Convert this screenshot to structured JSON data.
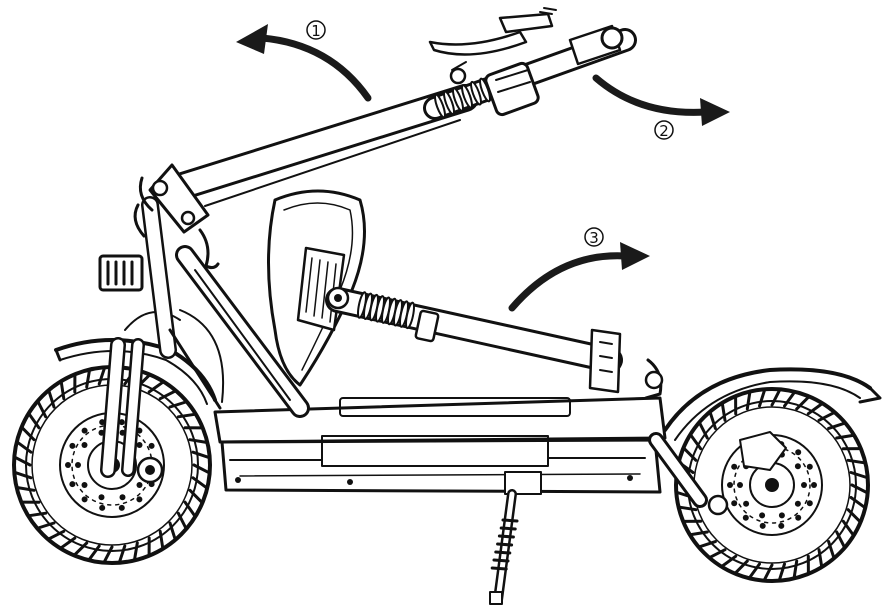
{
  "diagram": {
    "steps": [
      {
        "label": "1"
      },
      {
        "label": "2"
      },
      {
        "label": "3"
      }
    ]
  },
  "colors": {
    "ink": "#111111",
    "paper": "#ffffff",
    "arrow_fill": "#1a1a1a",
    "accent_grey": "#9a9a9a"
  }
}
